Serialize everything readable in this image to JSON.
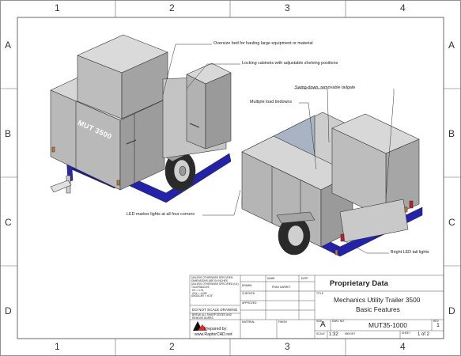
{
  "border": {
    "cols": [
      "1",
      "2",
      "3",
      "4"
    ],
    "rows": [
      "A",
      "B",
      "C",
      "D"
    ]
  },
  "callouts": {
    "oversize_bed": "Oversize bed for hauling large equipment or material",
    "locking_cabinets": "Locking cabinets with adjustable shelving positions",
    "swing_down_tailgate": "Swing-down, removable tailgate",
    "load_tiedowns": "Multiple load tiedowns",
    "marker_lights": "LED marker lights at all four corners",
    "tail_lights": "Bright LED tail lights"
  },
  "trailer_label": "MUT 3500",
  "title_block": {
    "notes": [
      "UNLESS OTHERWISE SPECIFIED:",
      "DIMENSIONS ARE IN INCHES",
      "UNLESS OTHERWISE SPECIFIED (UL)",
      "TOLERANCES:",
      ".XX = ±.01",
      ".XXX = ±.005",
      "ANGULAR = ±0.5°"
    ],
    "name_header": "NAME",
    "date_header": "DATE",
    "drawn_label": "DRAWN",
    "drawn_name": "RYAN GARRET",
    "checked_label": "CHECKED",
    "approved_label": "APPROVED",
    "dont_scale": "DO NOT SCALE DRAWING",
    "break_edges_1": "BREAK ALL SHARP EDGES AND",
    "break_edges_2": "REMOVE BURRS",
    "material_label": "MATERIAL",
    "finish_label": "FINISH",
    "prepared_by": "Prepared by:",
    "website": "www.RaptorCAD.net",
    "proprietary": "Proprietary Data",
    "title_label": "TITLE",
    "title_line1": "Mechanics Utility Trailer 3500",
    "title_line2": "Basic Features",
    "size_label": "SIZE",
    "size_value": "A",
    "dwg_no_label": "DWG. NO.",
    "dwg_no_value": "MUT35-1000",
    "rev_label": "REV.",
    "rev_value": "1",
    "scale_label": "SCALE",
    "scale_value": "1:32",
    "weight_label": "WEIGHT",
    "sheet_label": "SHEET",
    "sheet_value": "1 of 2"
  },
  "colors": {
    "panel": "#b9b9b9",
    "panel_light": "#d6d6d6",
    "panel_dark": "#8f8f8f",
    "frame": "#2222aa",
    "frame_dark": "#151575",
    "tire": "#2a2a2a",
    "light_amber": "#d07a28",
    "light_red": "#c8192b"
  }
}
